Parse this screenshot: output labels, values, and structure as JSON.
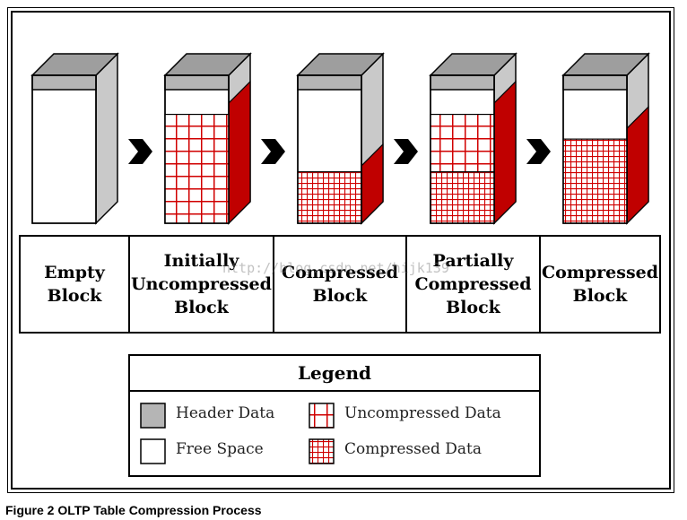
{
  "caption": "Figure 2 OLTP Table Compression Process",
  "watermark": "http://blog.csdn.net/hijk139",
  "colors": {
    "header": "#b5b5b5",
    "header_top": "#9e9e9e",
    "side": "#c9c9c9",
    "red": "#c00000",
    "grid": "#d00000",
    "outline": "#000000"
  },
  "stages": [
    {
      "label": "Empty\nBlock",
      "uncompressed": 0,
      "compressed": 0,
      "red_side": 0
    },
    {
      "label": "Initially\nUncompressed\nBlock",
      "uncompressed": 0.815,
      "compressed": 0,
      "red_side": 0.9
    },
    {
      "label": "Compressed\nBlock",
      "uncompressed": 0,
      "compressed": 0.385,
      "red_side": 0.43
    },
    {
      "label": "Partially\nCompressed\nBlock",
      "uncompressed": 0.43,
      "compressed": 0.385,
      "red_side": 0.9
    },
    {
      "label": "Compressed\nBlock",
      "uncompressed": 0,
      "compressed": 0.63,
      "red_side": 0.71
    }
  ],
  "legend": {
    "title": "Legend",
    "items": [
      {
        "key": "header",
        "label": "Header Data"
      },
      {
        "key": "uncompressed",
        "label": "Uncompressed Data"
      },
      {
        "key": "free",
        "label": "Free Space"
      },
      {
        "key": "compressed",
        "label": "Compressed Data"
      }
    ]
  }
}
